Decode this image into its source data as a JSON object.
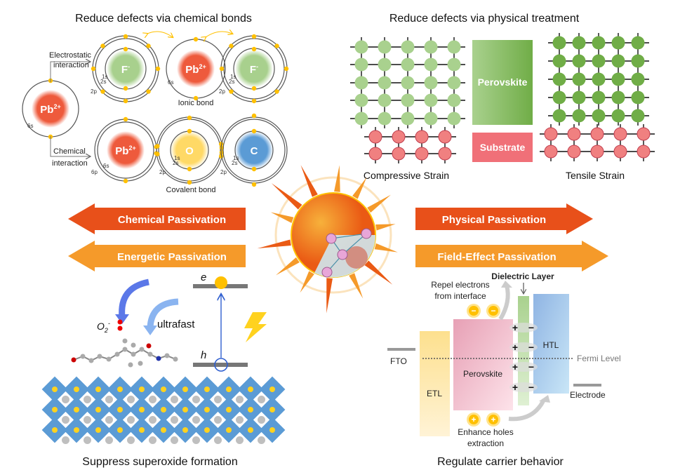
{
  "titles": {
    "chemical": "Reduce defects via chemical bonds",
    "physical": "Reduce defects via physical treatment",
    "superoxide": "Suppress superoxide formation",
    "carrier": "Regulate carrier behavior"
  },
  "chemical_bonds": {
    "electrostatic": [
      "Electrostatic",
      "interaction"
    ],
    "chemical": [
      "Chemical",
      "interaction"
    ],
    "ionic_bond": "Ionic bond",
    "covalent_bond": "Covalent bond",
    "atoms": {
      "pb": "Pb",
      "pb_charge": "2+",
      "f": "F",
      "f_charge": "-",
      "o": "O",
      "c": "C"
    },
    "orbitals": {
      "s1": "1s",
      "s2": "2s",
      "p2": "2p",
      "s6": "6s",
      "p6": "6p"
    }
  },
  "physical": {
    "perovskite": "Perovskite",
    "substrate": "Substrate",
    "compressive": "Compressive Strain",
    "tensile": "Tensile Strain"
  },
  "arrows": {
    "chemical": "Chemical Passivation",
    "energetic": "Energetic Passivation",
    "physical": "Physical Passivation",
    "field_effect": "Field-Effect Passivation"
  },
  "superoxide": {
    "o2": "O",
    "o2_sub": "2",
    "o2_sup": "-",
    "ultrafast": "ultrafast",
    "e": "e",
    "h": "h"
  },
  "carrier": {
    "dielectric": "Dielectric Layer",
    "repel": [
      "Repel electrons",
      "from interface"
    ],
    "enhance": [
      "Enhance holes",
      "extraction"
    ],
    "fto": "FTO",
    "etl": "ETL",
    "perovskite": "Perovskite",
    "htl": "HTL",
    "fermi": "Fermi Level",
    "electrode": "Electrode",
    "plus": "+",
    "minus": "−"
  },
  "colors": {
    "pb": "#ee5a3c",
    "f": "#a8d08d",
    "o": "#ffd966",
    "c": "#5b9bd5",
    "electron": "#ffc000",
    "arrow_chem": "#e8501a",
    "arrow_energetic": "#f59a2a",
    "lattice_green": "#a9d18e",
    "lattice_green_dark": "#70ad47",
    "lattice_red": "#f08080"
  }
}
